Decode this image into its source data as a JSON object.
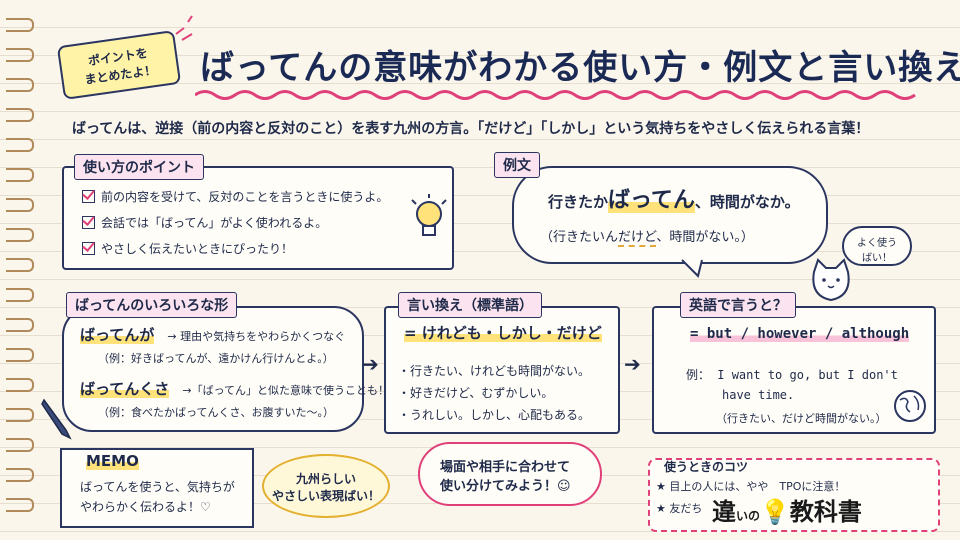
{
  "badge": {
    "line1": "ポイントを",
    "line2": "まとめたよ！"
  },
  "title": "ばってんの意味がわかる使い方・例文と言い換え",
  "intro": "ばってんは、逆接（前の内容と反対のこと）を表す九州の方言。「だけど」「しかし」という気持ちをやさしく伝えられる言葉！",
  "usage": {
    "label": "使い方のポイント",
    "items": [
      "前の内容を受けて、反対のことを言うときに使うよ。",
      "会話では「ばってん」がよく使われるよ。",
      "やさしく伝えたいときにぴったり！"
    ]
  },
  "example": {
    "label": "例文",
    "prefix": "行きたか",
    "keyword": "ばってん",
    "suffix": "、時間がなか。",
    "translation_prefix": "（行きたいん",
    "translation_keyword": "だけど",
    "translation_suffix": "、時間がない。）"
  },
  "cat_bubble": {
    "line1": "よく使う",
    "line2": "ばい！"
  },
  "forms": {
    "label": "ばってんのいろいろな形",
    "items": [
      {
        "word": "ばってんが",
        "desc": "→ 理由や気持ちをやわらかくつなぐ",
        "example": "（例：好きばってんが、遠かけん行けんとよ。）"
      },
      {
        "word": "ばってんくさ",
        "desc": "→「ばってん」と似た意味で使うことも！",
        "example": "（例：食べたかばってんくさ、お腹すいた〜。）"
      }
    ]
  },
  "standard": {
    "label": "言い換え（標準語）",
    "main": "= けれども・しかし・だけど",
    "examples": [
      "・行きたい、けれども時間がない。",
      "・好きだけど、むずかしい。",
      "・うれしい。しかし、心配もある。"
    ]
  },
  "english": {
    "label": "英語で言うと？",
    "main": "= but / however / although",
    "example_label": "例：",
    "example_line1": "I want to go, but I don't",
    "example_line2": "have time.",
    "translation": "（行きたい、だけど時間がない。）"
  },
  "memo": {
    "label": "MEMO",
    "line1": "ばってんを使うと、気持ちが",
    "line2": "やわらかく伝わるよ！♡"
  },
  "kyushu_bubble": {
    "line1": "九州らしい",
    "line2": "やさしい表現ばい！"
  },
  "scene_bubble": {
    "line1": "場面や相手に合わせて",
    "line2": "使い分けてみよう！☺"
  },
  "tips": {
    "label": "使うときのコツ",
    "item1": "★ 目上の人には、やや",
    "item1_tail": "TPOに注意！",
    "item2": "★ 友だち"
  },
  "logo": {
    "part1": "違",
    "part2": "いの",
    "part3": "教科書"
  },
  "colors": {
    "ink": "#1f2a4a",
    "pink": "#e0407a",
    "yellow": "#ffe27a",
    "paper": "#fbf6ec"
  }
}
